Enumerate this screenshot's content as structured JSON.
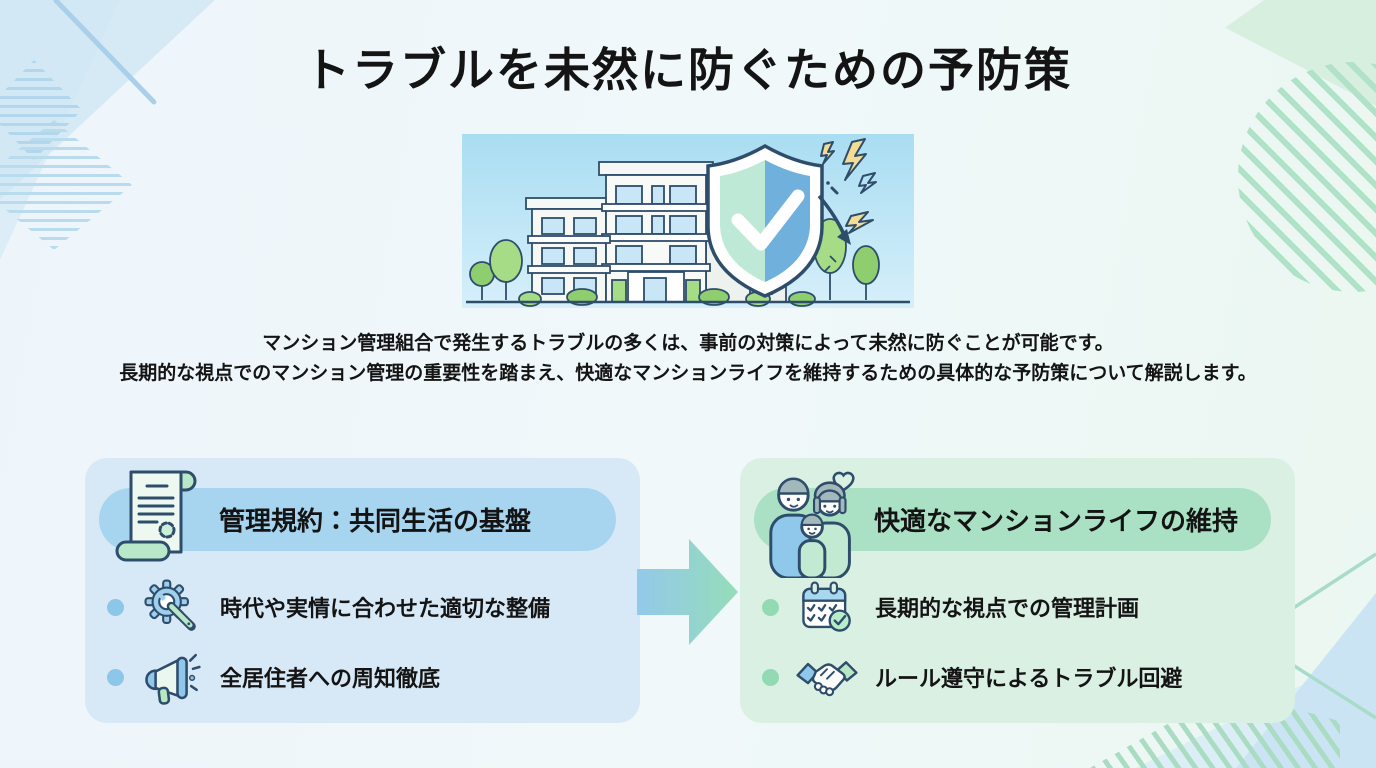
{
  "page": {
    "title": "トラブルを未然に防ぐための予防策",
    "description_line1": "マンション管理組合で発生するトラブルの多くは、事前の対策によって未然に防ぐことが可能です。",
    "description_line2": "長期的な視点でのマンション管理の重要性を踏まえ、快適なマンションライフを維持するための具体的な予防策について解説します。"
  },
  "illustration": {
    "name": "building-protected-by-shield-illustration",
    "elements": [
      "apartment-building",
      "trees",
      "shield-with-checkmark",
      "lightning-bolts",
      "deflection-arrow"
    ]
  },
  "cards": {
    "left": {
      "header": {
        "icon": "scroll-icon",
        "label": "管理規約：共同生活の基盤"
      },
      "items": [
        {
          "icon": "gear-wrench-icon",
          "label": "時代や実情に合わせた適切な整備"
        },
        {
          "icon": "megaphone-icon",
          "label": "全居住者への周知徹底"
        }
      ]
    },
    "right": {
      "header": {
        "icon": "family-icon",
        "label": "快適なマンションライフの維持"
      },
      "items": [
        {
          "icon": "calendar-check-icon",
          "label": "長期的な視点での管理計画"
        },
        {
          "icon": "handshake-icon",
          "label": "ルール遵守によるトラブル回避"
        }
      ]
    }
  },
  "colors": {
    "text": "#141414",
    "outline_navy": "#2e4d6b",
    "card_left_bg": "#d7e9f7",
    "card_left_pill": "#a7d4ef",
    "card_left_bullet": "#8cc6e9",
    "card_right_bg": "#d9f0e2",
    "card_right_pill": "#aae1c5",
    "card_right_bullet": "#92d9b4",
    "arrow_gradient_start": "#93c9ea",
    "arrow_gradient_end": "#95ddb9",
    "shield_left_half": "#bde9d6",
    "shield_right_half": "#6fb0dd",
    "bolt_yellow": "#f3dc94"
  }
}
